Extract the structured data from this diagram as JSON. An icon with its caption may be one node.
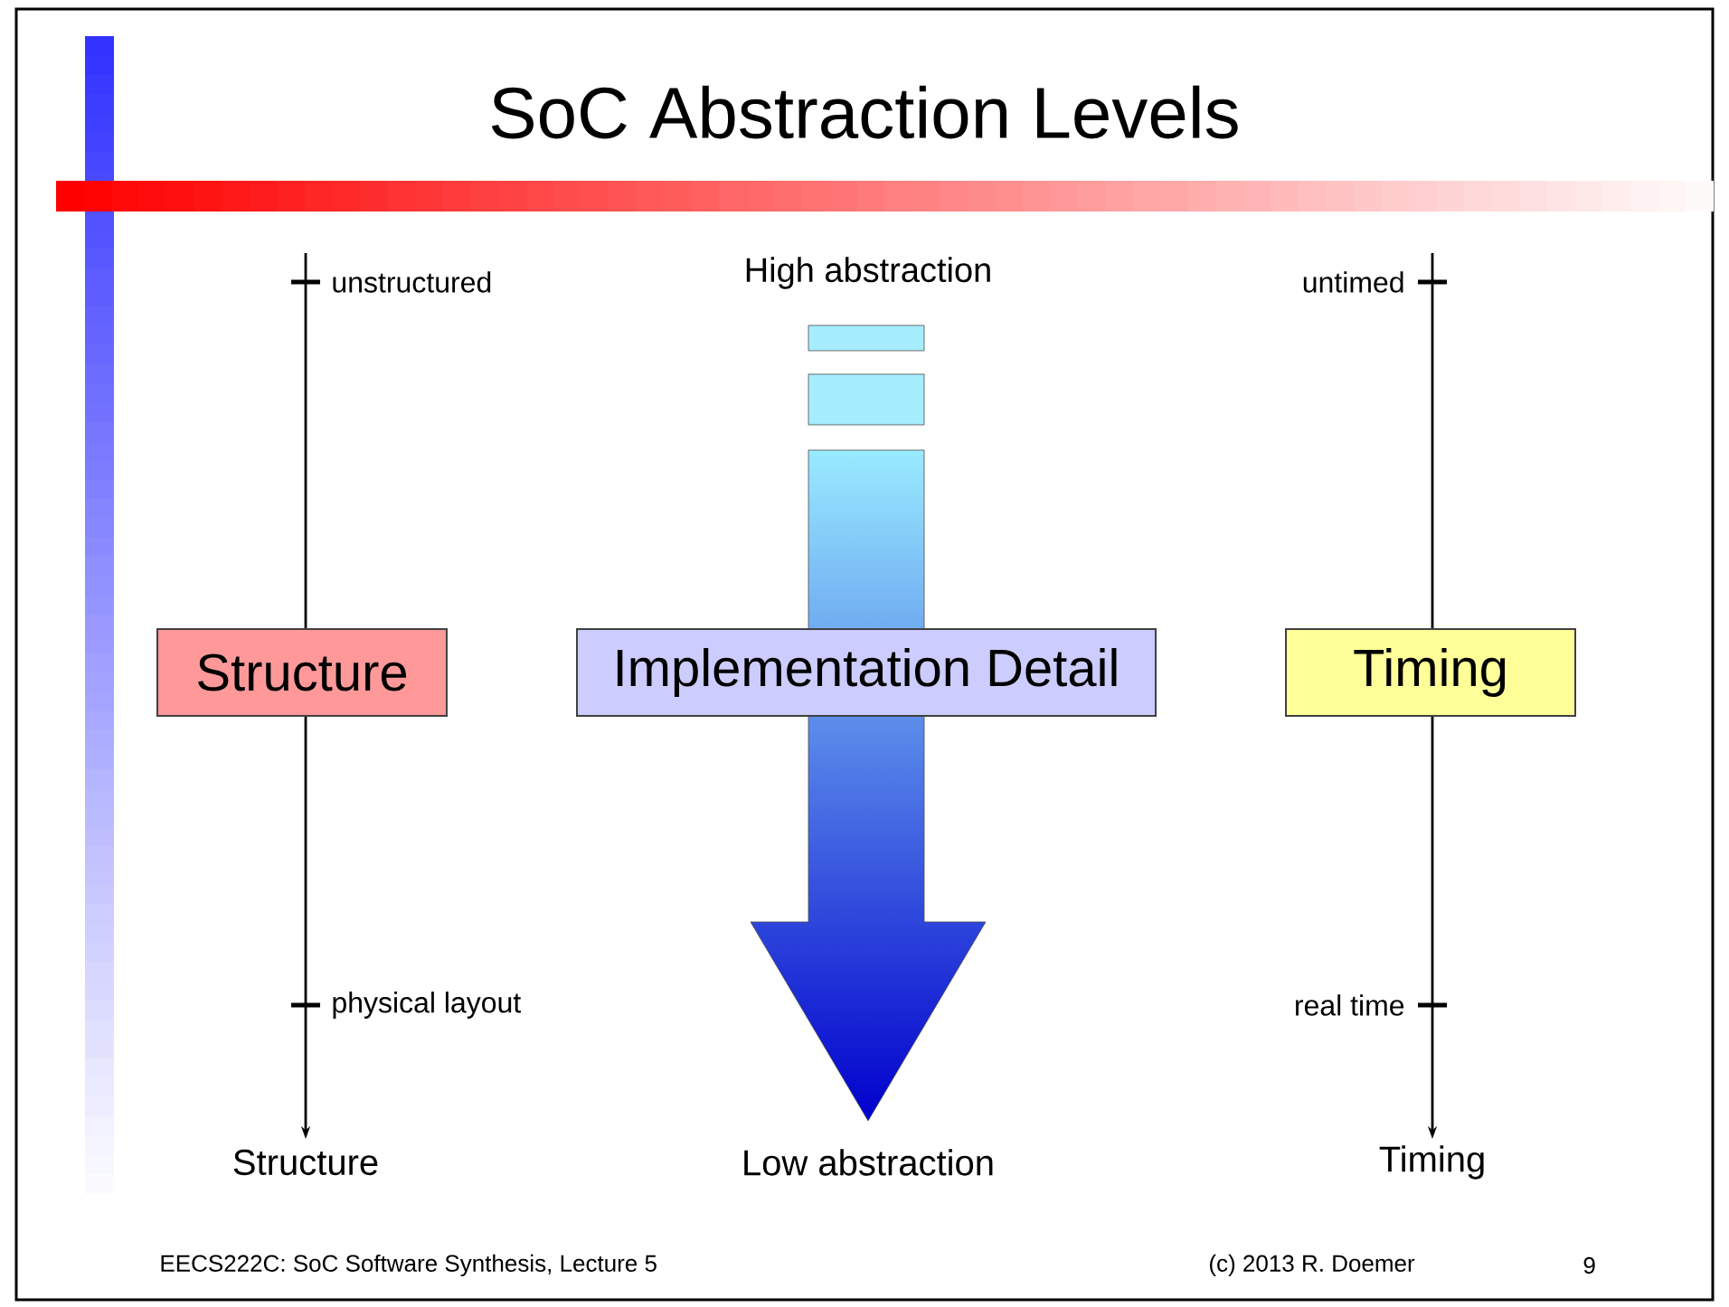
{
  "diagram": {
    "title": "SoC Abstraction Levels",
    "nodes": [
      {
        "text": [
          "Structure"
        ]
      },
      {
        "text": [
          "Implementation Detail"
        ]
      },
      {
        "text": [
          "Timing"
        ]
      }
    ],
    "labels": [
      "unstructured",
      "High abstraction",
      "untimed",
      "physical layout",
      "real time",
      "Structure",
      "Low abstraction",
      "Timing",
      "EECS222C: SoC Software Synthesis, Lecture 5",
      "(c) 2013 R. Doemer",
      "9"
    ]
  }
}
